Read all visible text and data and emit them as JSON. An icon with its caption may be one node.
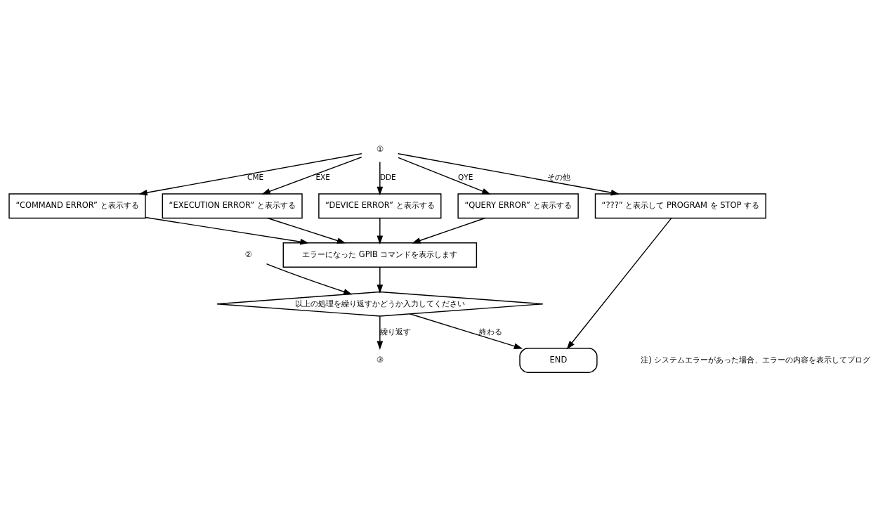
{
  "diagram": {
    "nodes": [
      {
        "text": [
          "③"
        ]
      },
      {
        "text": [
          "①"
        ]
      },
      {
        "text": [
          "②"
        ]
      },
      {
        "text": [
          "“COMMAND ERROR” と表示する"
        ]
      },
      {
        "text": [
          "“EXECUTION ERROR” と表示する"
        ]
      },
      {
        "text": [
          "“DEVICE ERROR” と表示する"
        ]
      },
      {
        "text": [
          "“QUERY ERROR” と表示する"
        ]
      },
      {
        "text": [
          "“???” と表示して PROGRAM を STOP する"
        ]
      },
      {
        "text": [
          "エラーになった GPIB コマンドを表示します"
        ]
      },
      {
        "text": [
          "以上の処理を繰り返すかどうか入力してください"
        ]
      },
      {
        "text": [
          "END"
        ]
      }
    ],
    "edges": [
      {
        "from": 1,
        "to": 3,
        "arrow": "to",
        "label": "CME"
      },
      {
        "from": 1,
        "to": 4,
        "arrow": "to",
        "label": "EXE"
      },
      {
        "from": 1,
        "to": 5,
        "arrow": "to",
        "label": "DDE"
      },
      {
        "from": 1,
        "to": 6,
        "arrow": "to",
        "label": "QYE"
      },
      {
        "from": 1,
        "to": 7,
        "arrow": "to",
        "label": "その他"
      },
      {
        "from": 3,
        "to": 8,
        "arrow": "to"
      },
      {
        "from": 4,
        "to": 8,
        "arrow": "to"
      },
      {
        "from": 5,
        "to": 8,
        "arrow": "to"
      },
      {
        "from": 6,
        "to": 8,
        "arrow": "to"
      },
      {
        "from": 8,
        "to": 9,
        "arrow": "to"
      },
      {
        "from": 2,
        "to": 9,
        "arrow": "to"
      },
      {
        "from": 9,
        "to": 0,
        "arrow": "to",
        "label": "繰り返す"
      },
      {
        "from": 9,
        "to": 10,
        "arrow": "to",
        "label": "終わる"
      },
      {
        "from": 7,
        "to": 10,
        "arrow": "to"
      }
    ],
    "labels": [
      "注) システムエラーがあった場合、エラーの内容を表示してプログ"
    ]
  }
}
